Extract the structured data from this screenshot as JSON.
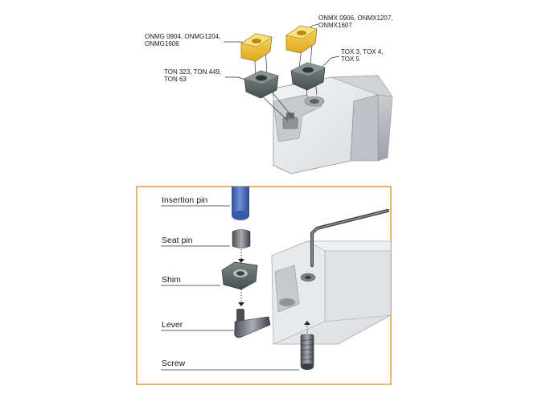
{
  "top": {
    "label_onmg": {
      "line1": "ONMG 0904, ONMG1204,",
      "line2": "ONMG1606"
    },
    "label_onmx": {
      "line1": "ONMX 0906, ONMX1207,",
      "line2": "ONMX1607"
    },
    "label_ton": {
      "line1": "TON 323, TON 449,",
      "line2": "TON 63"
    },
    "label_tox": {
      "line1": "TOX 3, TOX 4,",
      "line2": "TOX 5"
    }
  },
  "bottom": {
    "frame_color": "#f0a04b",
    "parts": [
      {
        "label": "Insertion pin"
      },
      {
        "label": "Seat pin"
      },
      {
        "label": "Shim"
      },
      {
        "label": "Lever"
      },
      {
        "label": "Screw"
      }
    ]
  },
  "colors": {
    "insert_gold": "#f2c230",
    "shim_gray": "#5f6a6a",
    "holder_light": "#e9eaec",
    "pin_blue": "#3f63b5"
  }
}
